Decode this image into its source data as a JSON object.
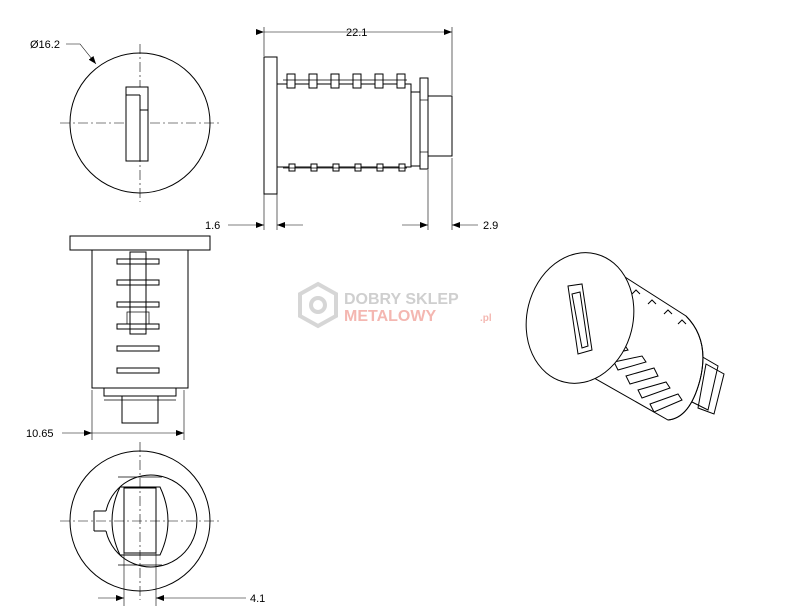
{
  "dimensions": {
    "diameter": "Ø16.2",
    "length": "22.1",
    "flange_thickness": "1.6",
    "tail_length": "2.9",
    "body_width": "10.65",
    "slot_width": "4.1"
  },
  "watermark": {
    "line1": "DOBRY SKLEP",
    "line2": "METALOWY",
    "suffix": ".pl",
    "colors": {
      "gray": "#cfcfcf",
      "red": "#f4b7b1"
    }
  }
}
